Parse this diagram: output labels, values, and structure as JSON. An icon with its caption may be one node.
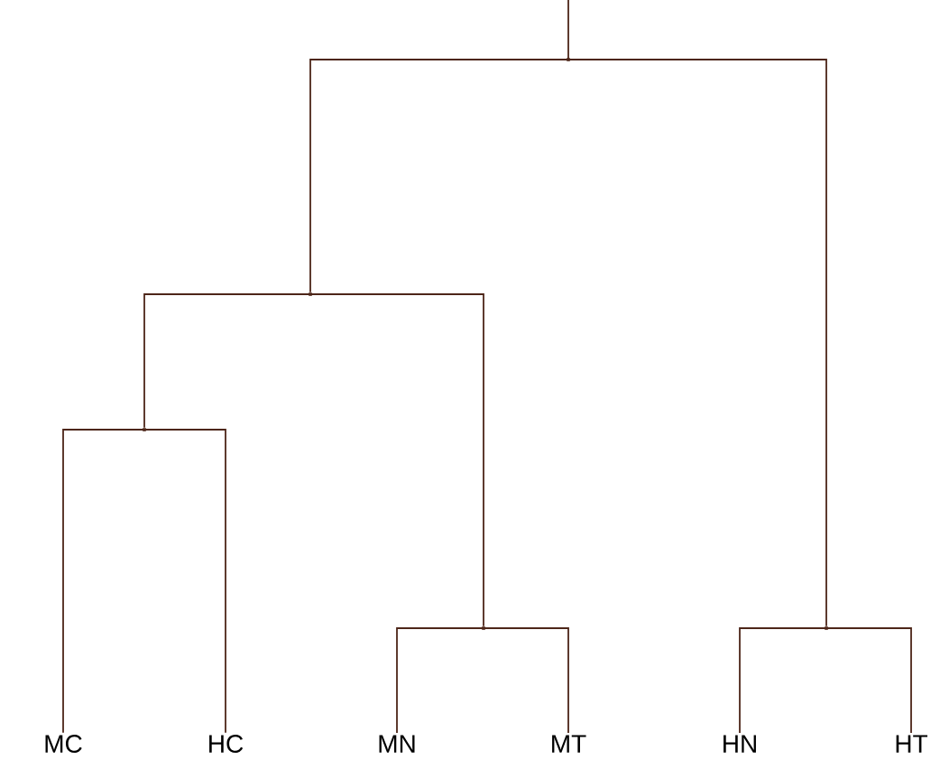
{
  "diagram": {
    "nodes": [
      {
        "text": [
          "MC"
        ]
      },
      {
        "text": [
          "HC"
        ]
      },
      {
        "text": [
          "MN"
        ]
      },
      {
        "text": [
          "MT"
        ]
      },
      {
        "text": [
          "HN"
        ]
      },
      {
        "text": [
          "HT"
        ]
      },
      {
        "text": [],
        "shape": "point"
      },
      {
        "text": [],
        "shape": "point"
      },
      {
        "text": [],
        "shape": "point"
      },
      {
        "text": [],
        "shape": "point"
      },
      {
        "text": [],
        "shape": "point"
      }
    ],
    "edges": [
      {
        "from": null,
        "to": 10,
        "arrow": "none"
      },
      {
        "from": 10,
        "to": 8,
        "arrow": "none"
      },
      {
        "from": 10,
        "to": 9,
        "arrow": "none"
      },
      {
        "from": 8,
        "to": 6,
        "arrow": "none"
      },
      {
        "from": 8,
        "to": 7,
        "arrow": "none"
      },
      {
        "from": 6,
        "to": 0,
        "arrow": "none"
      },
      {
        "from": 6,
        "to": 1,
        "arrow": "none"
      },
      {
        "from": 7,
        "to": 2,
        "arrow": "none"
      },
      {
        "from": 7,
        "to": 3,
        "arrow": "none"
      },
      {
        "from": 9,
        "to": 4,
        "arrow": "none"
      },
      {
        "from": 9,
        "to": 5,
        "arrow": "none"
      }
    ]
  }
}
